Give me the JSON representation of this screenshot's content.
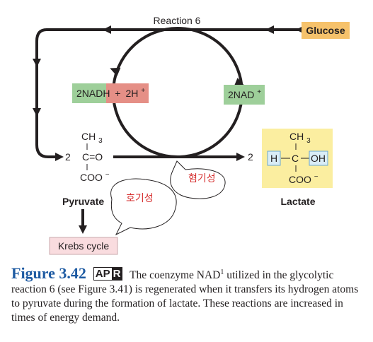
{
  "diagram": {
    "reaction_label": "Reaction 6",
    "glucose": "Glucose",
    "nadh_left": "2NADH",
    "nadh_plus": "+",
    "nadh_right": "2H",
    "nadh_right_sup": "+",
    "nad": "2NAD",
    "nad_sup": "+",
    "pyruvate": {
      "ch3": "CH",
      "ch3_sub": "3",
      "coeff": "2",
      "co": "C=O",
      "coo": "COO",
      "coo_sup": "−",
      "name": "Pyruvate"
    },
    "lactate": {
      "ch3": "CH",
      "ch3_sub": "3",
      "coeff": "2",
      "h": "H",
      "c": "C",
      "oh": "OH",
      "coo": "COO",
      "coo_sup": "−",
      "name": "Lactate"
    },
    "krebs": "Krebs cycle",
    "annotation_aerobic": "호기성",
    "annotation_anaerobic": "혐기성"
  },
  "caption": {
    "figure": "Figure 3.42",
    "apr_a": "AP",
    "apr_r": "R",
    "text_1": "The coenzyme NAD",
    "sup": "1",
    "text_2": " utilized in the glycolytic reaction 6 (see Figure 3.41) is regenerated when it transfers its hydrogen atoms to pyruvate during the formation of lactate. These reactions are increased in times of energy demand."
  },
  "colors": {
    "glucose_box": "#f6c26b",
    "lactate_box": "#fbeea0",
    "nadh_green": "#9ecf9a",
    "nadh_red": "#e58f86",
    "nad_green": "#9ecf9a",
    "krebs_box": "#f9dcdf",
    "accent": "#1d5aa2",
    "annotation": "#d62f2f"
  }
}
